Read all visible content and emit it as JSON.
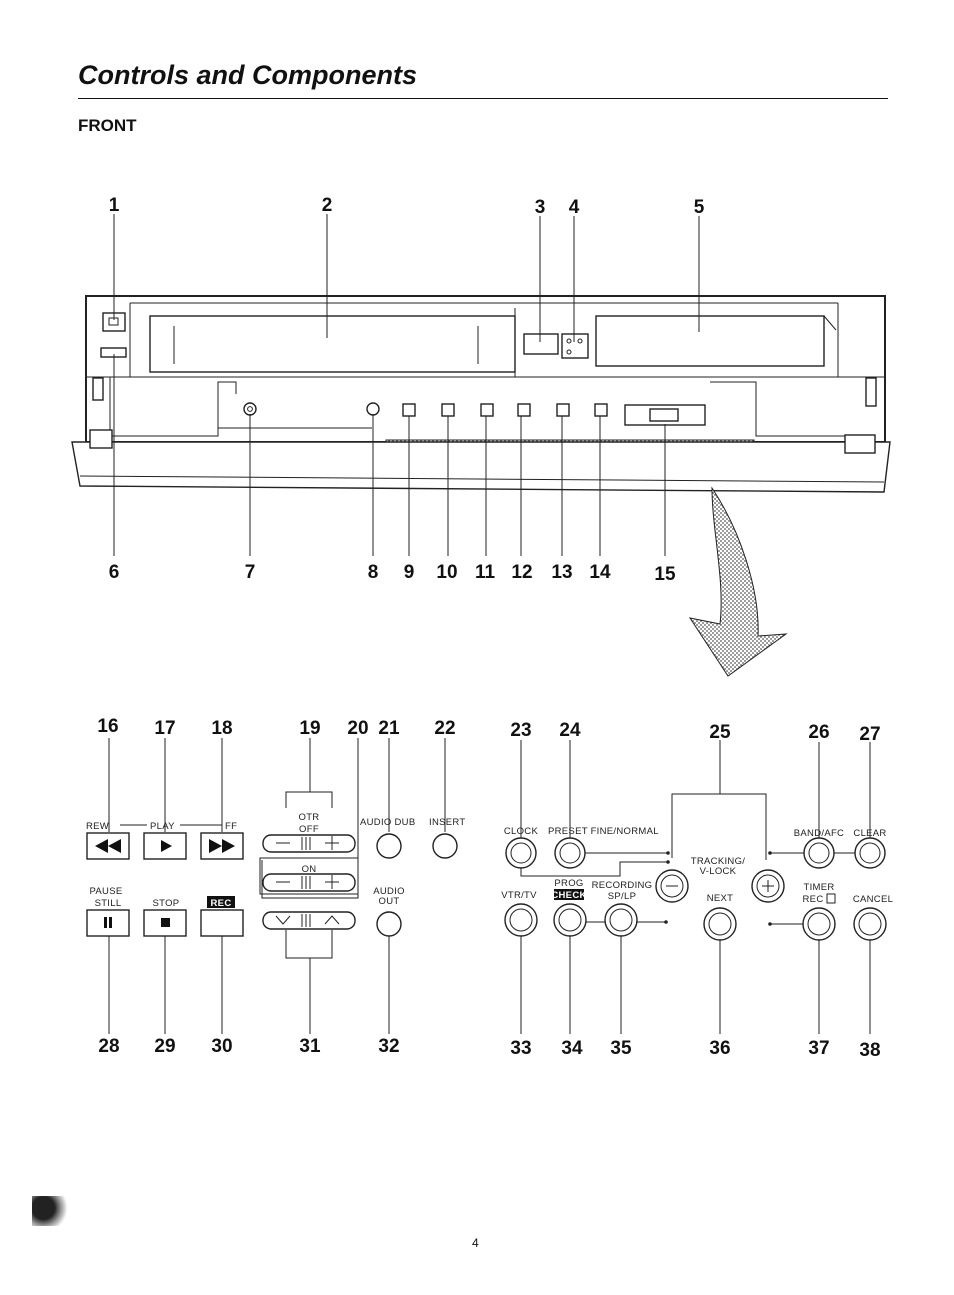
{
  "page": {
    "title": "Controls and Components",
    "section": "FRONT",
    "page_number": "4"
  },
  "top_callouts": [
    "1",
    "2",
    "3",
    "4",
    "5",
    "6",
    "7",
    "8",
    "9",
    "10",
    "11",
    "12",
    "13",
    "14",
    "15"
  ],
  "panel_callouts": [
    "16",
    "17",
    "18",
    "19",
    "20",
    "21",
    "22",
    "23",
    "24",
    "25",
    "26",
    "27",
    "28",
    "29",
    "30",
    "31",
    "32",
    "33",
    "34",
    "35",
    "36",
    "37",
    "38"
  ],
  "labels": {
    "rew": "REW",
    "play": "PLAY",
    "ff": "FF",
    "otr": "OTR",
    "off": "OFF",
    "on": "ON",
    "audio_dub": "AUDIO DUB",
    "insert": "INSERT",
    "pause": "PAUSE",
    "still": "STILL",
    "stop": "STOP",
    "rec": "REC",
    "audio": "AUDIO",
    "out": "OUT",
    "clock": "CLOCK",
    "preset": "PRESET FINE/NORMAL",
    "tracking": "TRACKING/",
    "vlock": "V-LOCK",
    "band_afc": "BAND/AFC",
    "clear": "CLEAR",
    "vtr_tv": "VTR/TV",
    "prog": "PROG",
    "check": "CHECK",
    "recording": "RECORDING",
    "sp_lp": "SP/LP",
    "next": "NEXT",
    "timer": "TIMER",
    "rec_box": "REC",
    "cancel": "CANCEL"
  },
  "icons": [
    "rewind-icon",
    "play-icon",
    "fast-forward-icon",
    "pause-icon",
    "stop-icon",
    "minus-icon",
    "plus-icon",
    "chevron-down-icon",
    "chevron-up-icon",
    "arrow-down-icon"
  ]
}
